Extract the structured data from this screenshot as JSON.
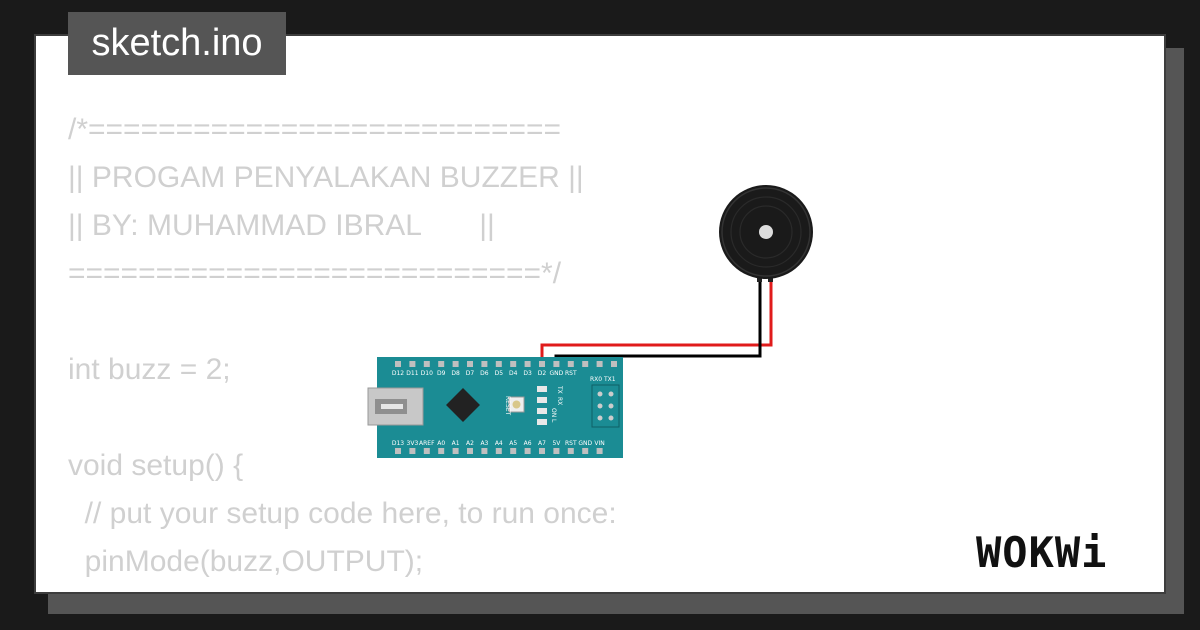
{
  "file_tab": {
    "name": "sketch.ino"
  },
  "code_lines": [
    "/*===========================",
    "|| PROGAM PENYALAKAN BUZZER ||",
    "|| BY: MUHAMMAD IBRAL       ||",
    "===========================*/",
    "",
    "int buzz = 2;",
    "",
    "void setup() {",
    "  // put your setup code here, to run once:",
    "  pinMode(buzz,OUTPUT);"
  ],
  "brand": {
    "logo_text": "WOKWi"
  },
  "board": {
    "top_pins": [
      "D12",
      "D11",
      "D10",
      "D9",
      "D8",
      "D7",
      "D6",
      "D5",
      "D4",
      "D3",
      "D2",
      "GND",
      "RST"
    ],
    "top_right": [
      "RX0",
      "TX1"
    ],
    "bottom_pins": [
      "D13",
      "3V3",
      "AREF",
      "A0",
      "A1",
      "A2",
      "A3",
      "A4",
      "A5",
      "A6",
      "A7",
      "5V",
      "RST",
      "GND",
      "VIN"
    ],
    "leds": [
      "TX",
      "RX",
      "ON",
      "L"
    ],
    "reset_label": "RESET"
  },
  "colors": {
    "board": "#1b8c94",
    "wire_red": "#e01b1b",
    "wire_black": "#000000",
    "code_text": "#d0d0d0",
    "tab_bg": "#555555"
  },
  "icons": [
    "usb-connector-icon",
    "microcontroller-chip-icon",
    "buzzer-icon"
  ]
}
